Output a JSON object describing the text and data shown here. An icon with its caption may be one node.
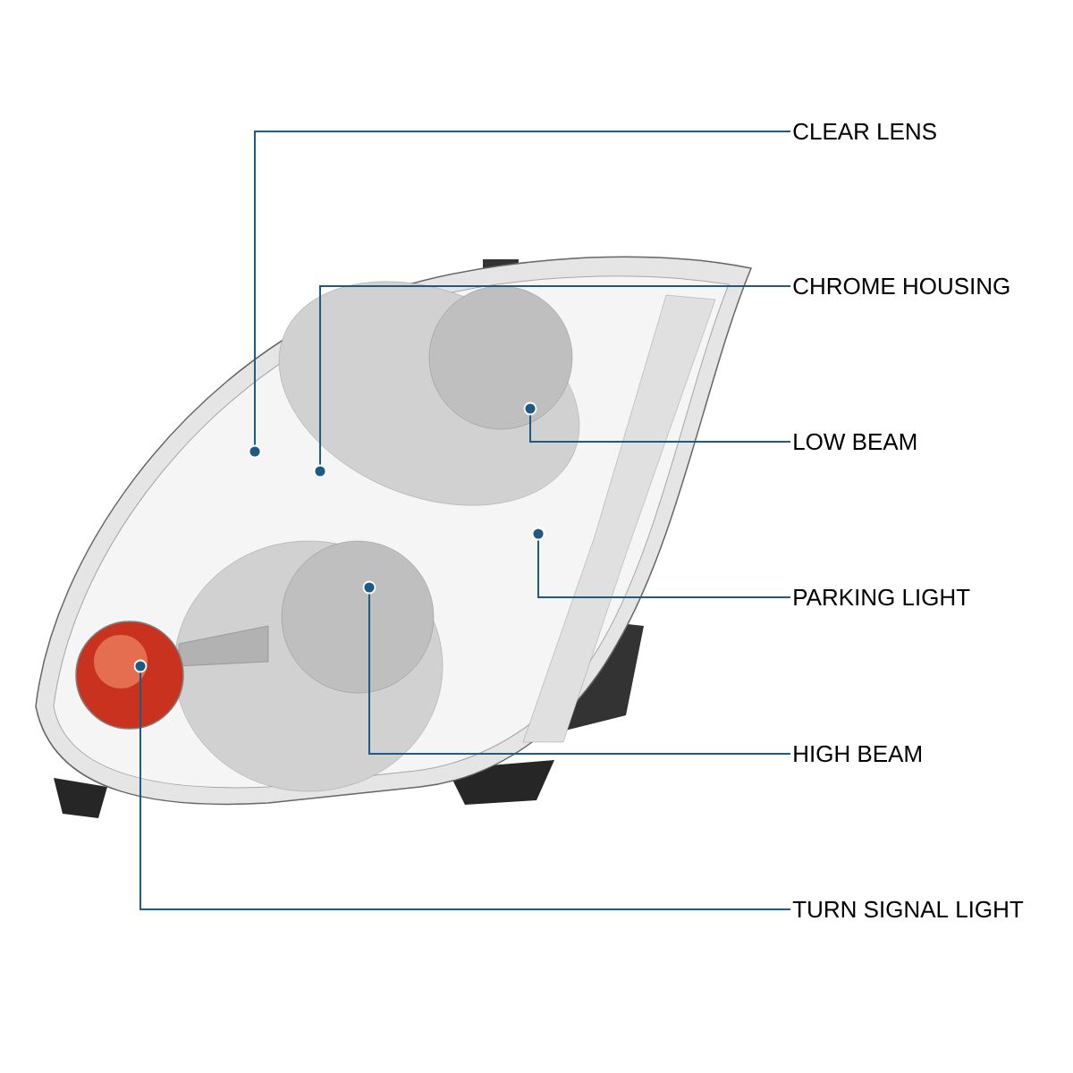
{
  "diagram": {
    "nodes": [
      {
        "text": [
          "CLEAR LENS"
        ]
      },
      {
        "text": [
          "CHROME HOUSING"
        ]
      },
      {
        "text": [
          "LOW BEAM"
        ]
      },
      {
        "text": [
          "PARKING LIGHT"
        ]
      },
      {
        "text": [
          "HIGH BEAM"
        ]
      },
      {
        "text": [
          "TURN SIGNAL LIGHT"
        ]
      },
      {
        "text": [],
        "shape": "circle"
      },
      {
        "text": [],
        "shape": "circle"
      },
      {
        "text": [],
        "shape": "circle"
      },
      {
        "text": [],
        "shape": "circle"
      },
      {
        "text": [],
        "shape": "circle"
      },
      {
        "text": [],
        "shape": "circle"
      }
    ],
    "edges": [
      {
        "from": 0,
        "to": 6,
        "arrow": "none"
      },
      {
        "from": 1,
        "to": 7,
        "arrow": "none"
      },
      {
        "from": 2,
        "to": 8,
        "arrow": "none"
      },
      {
        "from": 3,
        "to": 9,
        "arrow": "none"
      },
      {
        "from": 4,
        "to": 10,
        "arrow": "none"
      },
      {
        "from": 5,
        "to": 11,
        "arrow": "none"
      }
    ]
  }
}
